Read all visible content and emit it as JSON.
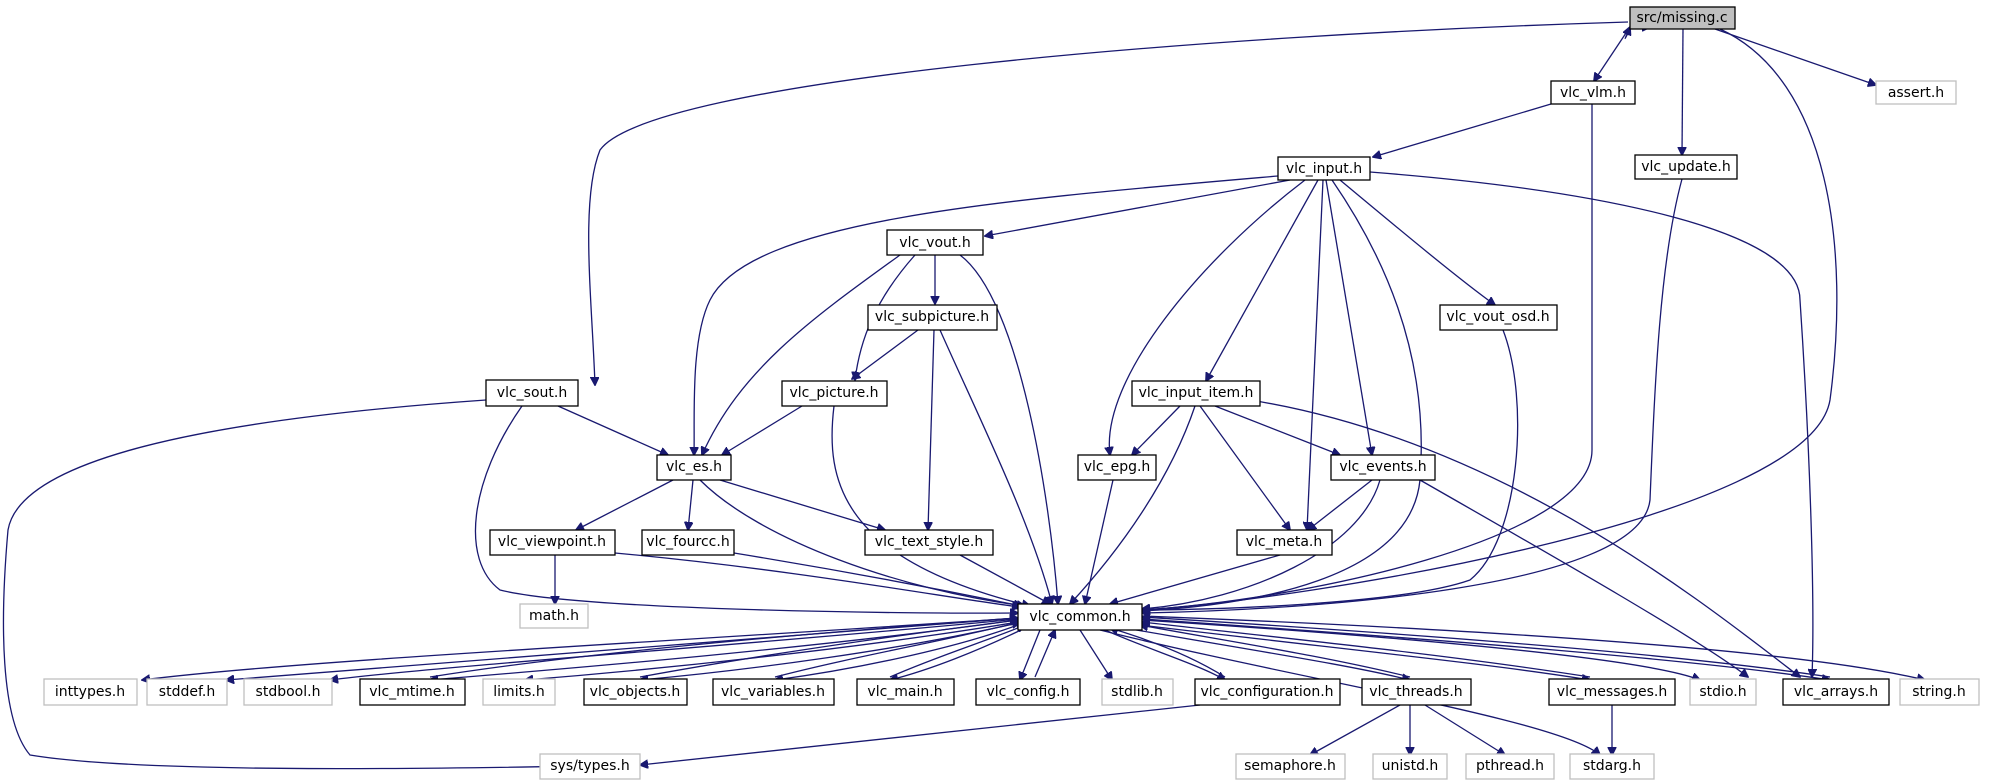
{
  "nodes": {
    "missing_c": "src/missing.c",
    "vlc_vlm_h": "vlc_vlm.h",
    "assert_h": "assert.h",
    "vlc_input_h": "vlc_input.h",
    "vlc_update_h": "vlc_update.h",
    "vlc_vout_h": "vlc_vout.h",
    "vlc_subpicture_h": "vlc_subpicture.h",
    "vlc_vout_osd_h": "vlc_vout_osd.h",
    "vlc_sout_h": "vlc_sout.h",
    "vlc_picture_h": "vlc_picture.h",
    "vlc_input_item_h": "vlc_input_item.h",
    "vlc_es_h": "vlc_es.h",
    "vlc_epg_h": "vlc_epg.h",
    "vlc_events_h": "vlc_events.h",
    "vlc_viewpoint_h": "vlc_viewpoint.h",
    "vlc_fourcc_h": "vlc_fourcc.h",
    "vlc_text_style_h": "vlc_text_style.h",
    "vlc_meta_h": "vlc_meta.h",
    "math_h": "math.h",
    "vlc_common_h": "vlc_common.h",
    "inttypes_h": "inttypes.h",
    "stddef_h": "stddef.h",
    "stdbool_h": "stdbool.h",
    "vlc_mtime_h": "vlc_mtime.h",
    "limits_h": "limits.h",
    "vlc_objects_h": "vlc_objects.h",
    "vlc_variables_h": "vlc_variables.h",
    "vlc_main_h": "vlc_main.h",
    "vlc_config_h": "vlc_config.h",
    "stdlib_h": "stdlib.h",
    "vlc_configuration_h": "vlc_configuration.h",
    "vlc_threads_h": "vlc_threads.h",
    "vlc_messages_h": "vlc_messages.h",
    "stdio_h": "stdio.h",
    "vlc_arrays_h": "vlc_arrays.h",
    "string_h": "string.h",
    "sys_types_h": "sys/types.h",
    "semaphore_h": "semaphore.h",
    "unistd_h": "unistd.h",
    "pthread_h": "pthread.h",
    "stdarg_h": "stdarg.h"
  },
  "colors": {
    "edge": "#191970",
    "root_fill": "#bfbfbf",
    "internal_border": "#000000",
    "external_border": "#bfbfbf"
  }
}
